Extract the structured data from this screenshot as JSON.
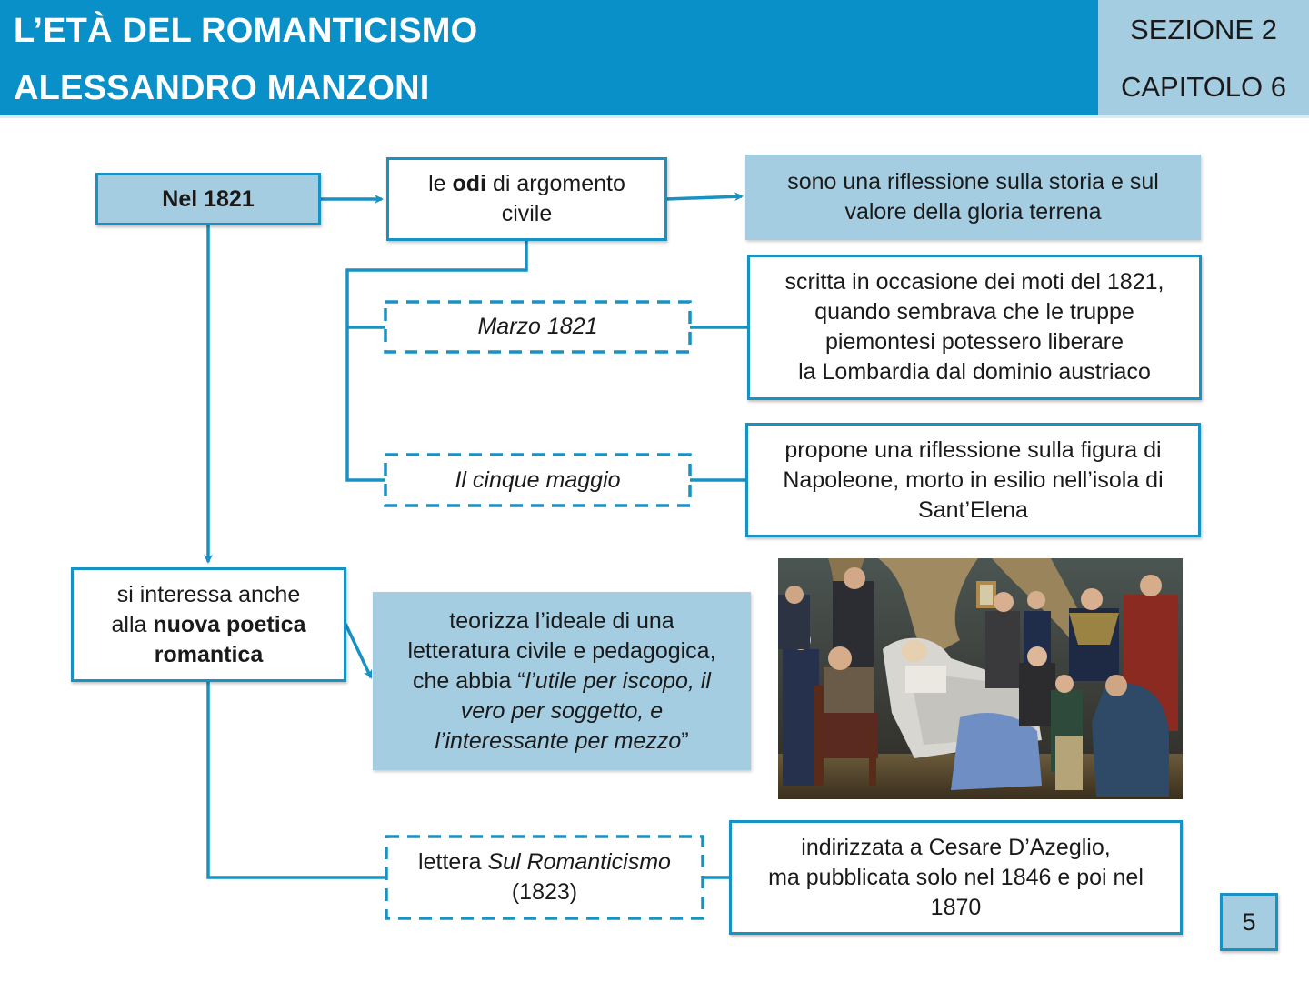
{
  "header": {
    "title_line1": "L’ETÀ DEL ROMANTICISMO",
    "title_line2": "ALESSANDRO MANZONI",
    "section": "SEZIONE 2",
    "chapter": "CAPITOLO 6"
  },
  "colors": {
    "header_blue": "#0a90c8",
    "light_blue": "#a5cde1",
    "line_blue": "#1891c3"
  },
  "diagram": {
    "nel1821": {
      "text": "Nel 1821"
    },
    "odi": {
      "pre": "le ",
      "bold": "odi",
      "post": " di argomento civile"
    },
    "odi_desc": {
      "text": "sono una riflessione sulla storia e sul valore della gloria terrena"
    },
    "marzo": {
      "text": "Marzo 1821"
    },
    "marzo_desc": {
      "lines": [
        "scritta in occasione dei moti del 1821,",
        "quando sembrava che le truppe",
        "piemontesi potessero liberare",
        "la Lombardia dal dominio austriaco"
      ]
    },
    "cinque": {
      "text": "Il cinque maggio"
    },
    "cinque_desc": {
      "lines": [
        "propone una riflessione sulla figura di",
        "Napoleone, morto in esilio nell’isola di",
        "Sant’Elena"
      ]
    },
    "poetica": {
      "line1": "si interessa anche",
      "line2_pre": "alla ",
      "line2_bold": "nuova poetica",
      "line3_bold": "romantica"
    },
    "teorizza": {
      "line1": "teorizza l’ideale di una",
      "line2": "letteratura civile e pedagogica,",
      "line3_pre": "che abbia “",
      "line3_it": "l’utile per iscopo, il",
      "line4_it": "vero per soggetto, e",
      "line5_it": "l’interessante per mezzo",
      "line5_post": "”"
    },
    "lettera": {
      "pre": "lettera ",
      "italic": "Sul Romanticismo",
      "line2": "(1823)"
    },
    "lettera_desc": {
      "lines": [
        "indirizzata a Cesare D’Azeglio,",
        "ma pubblicata solo nel 1846 e poi nel",
        "1870"
      ]
    }
  },
  "image": {
    "description": "Painting: death of Napoleon at Saint Helena, figures gathered around a bed"
  },
  "page": {
    "number": "5"
  }
}
